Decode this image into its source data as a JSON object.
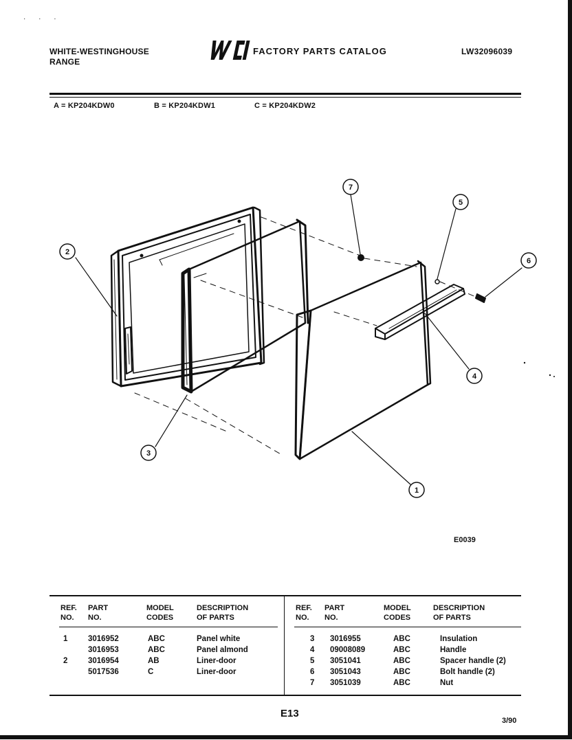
{
  "header": {
    "brand_line1": "WHITE-WESTINGHOUSE",
    "brand_line2": "RANGE",
    "logo_text": "WCI",
    "catalog_title": "FACTORY PARTS CATALOG",
    "doc_number": "LW32096039"
  },
  "models": [
    {
      "text": "A = KP204KDW0"
    },
    {
      "text": "B = KP204KDW1"
    },
    {
      "text": "C = KP204KDW2"
    }
  ],
  "diagram": {
    "callouts": [
      "1",
      "2",
      "3",
      "4",
      "5",
      "6",
      "7"
    ],
    "code": "E0039"
  },
  "parts_table": {
    "headers": {
      "ref_l1": "REF.",
      "ref_l2": "NO.",
      "part_l1": "PART",
      "part_l2": "NO.",
      "model_l1": "MODEL",
      "model_l2": "CODES",
      "desc_l1": "DESCRIPTION",
      "desc_l2": "OF PARTS"
    },
    "left_rows": [
      {
        "ref": "1",
        "part": "3016952",
        "codes": "ABC",
        "desc": "Panel white"
      },
      {
        "ref": "",
        "part": "3016953",
        "codes": "ABC",
        "desc": "Panel almond"
      },
      {
        "ref": "2",
        "part": "3016954",
        "codes": "AB",
        "desc": "Liner-door"
      },
      {
        "ref": "",
        "part": "5017536",
        "codes": "C",
        "desc": "Liner-door"
      }
    ],
    "right_rows": [
      {
        "ref": "3",
        "part": "3016955",
        "codes": "ABC",
        "desc": "Insulation"
      },
      {
        "ref": "4",
        "part": "09008089",
        "codes": "ABC",
        "desc": "Handle"
      },
      {
        "ref": "5",
        "part": "3051041",
        "codes": "ABC",
        "desc": "Spacer handle (2)"
      },
      {
        "ref": "6",
        "part": "3051043",
        "codes": "ABC",
        "desc": "Bolt handle (2)"
      },
      {
        "ref": "7",
        "part": "3051039",
        "codes": "ABC",
        "desc": "Nut"
      }
    ]
  },
  "footer": {
    "page_number": "E13",
    "date": "3/90"
  }
}
